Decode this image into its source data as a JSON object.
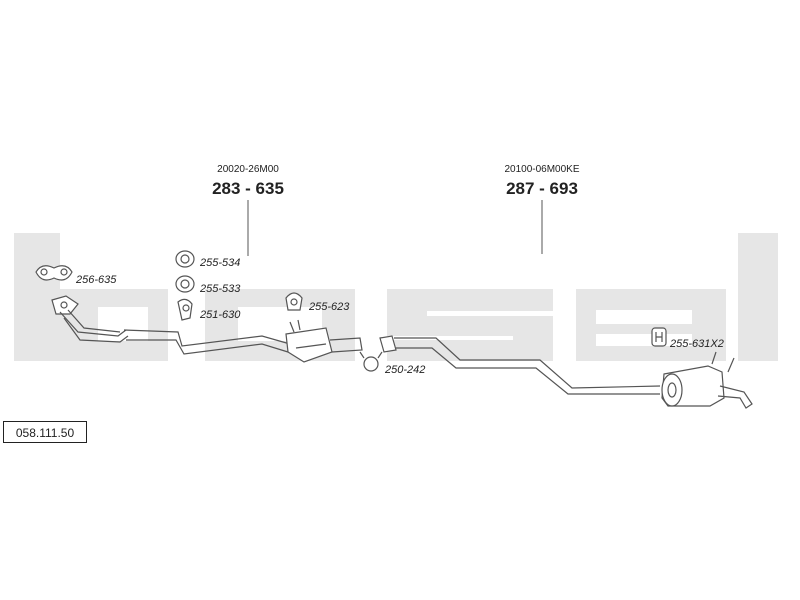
{
  "watermark": {
    "text": "bosal",
    "color": "#e6e6e6"
  },
  "reference": {
    "number": "058.111.50"
  },
  "assemblies": [
    {
      "code": "20020-26M00",
      "part": "283 - 635"
    },
    {
      "code": "20100-06M00KE",
      "part": "287 - 693"
    }
  ],
  "fittings": [
    {
      "label": "256-635",
      "icon": "flange-gasket-icon"
    },
    {
      "label": "255-534",
      "icon": "rubber-ring-icon"
    },
    {
      "label": "255-533",
      "icon": "rubber-ring-icon"
    },
    {
      "label": "251-630",
      "icon": "bracket-icon"
    },
    {
      "label": "255-623",
      "icon": "rubber-hanger-icon"
    },
    {
      "label": "250-242",
      "icon": "clamp-icon"
    },
    {
      "label": "255-631X2",
      "icon": "h-hanger-icon"
    }
  ],
  "colors": {
    "line": "#555555",
    "pipe_fill": "#ffffff",
    "text": "#222222"
  }
}
